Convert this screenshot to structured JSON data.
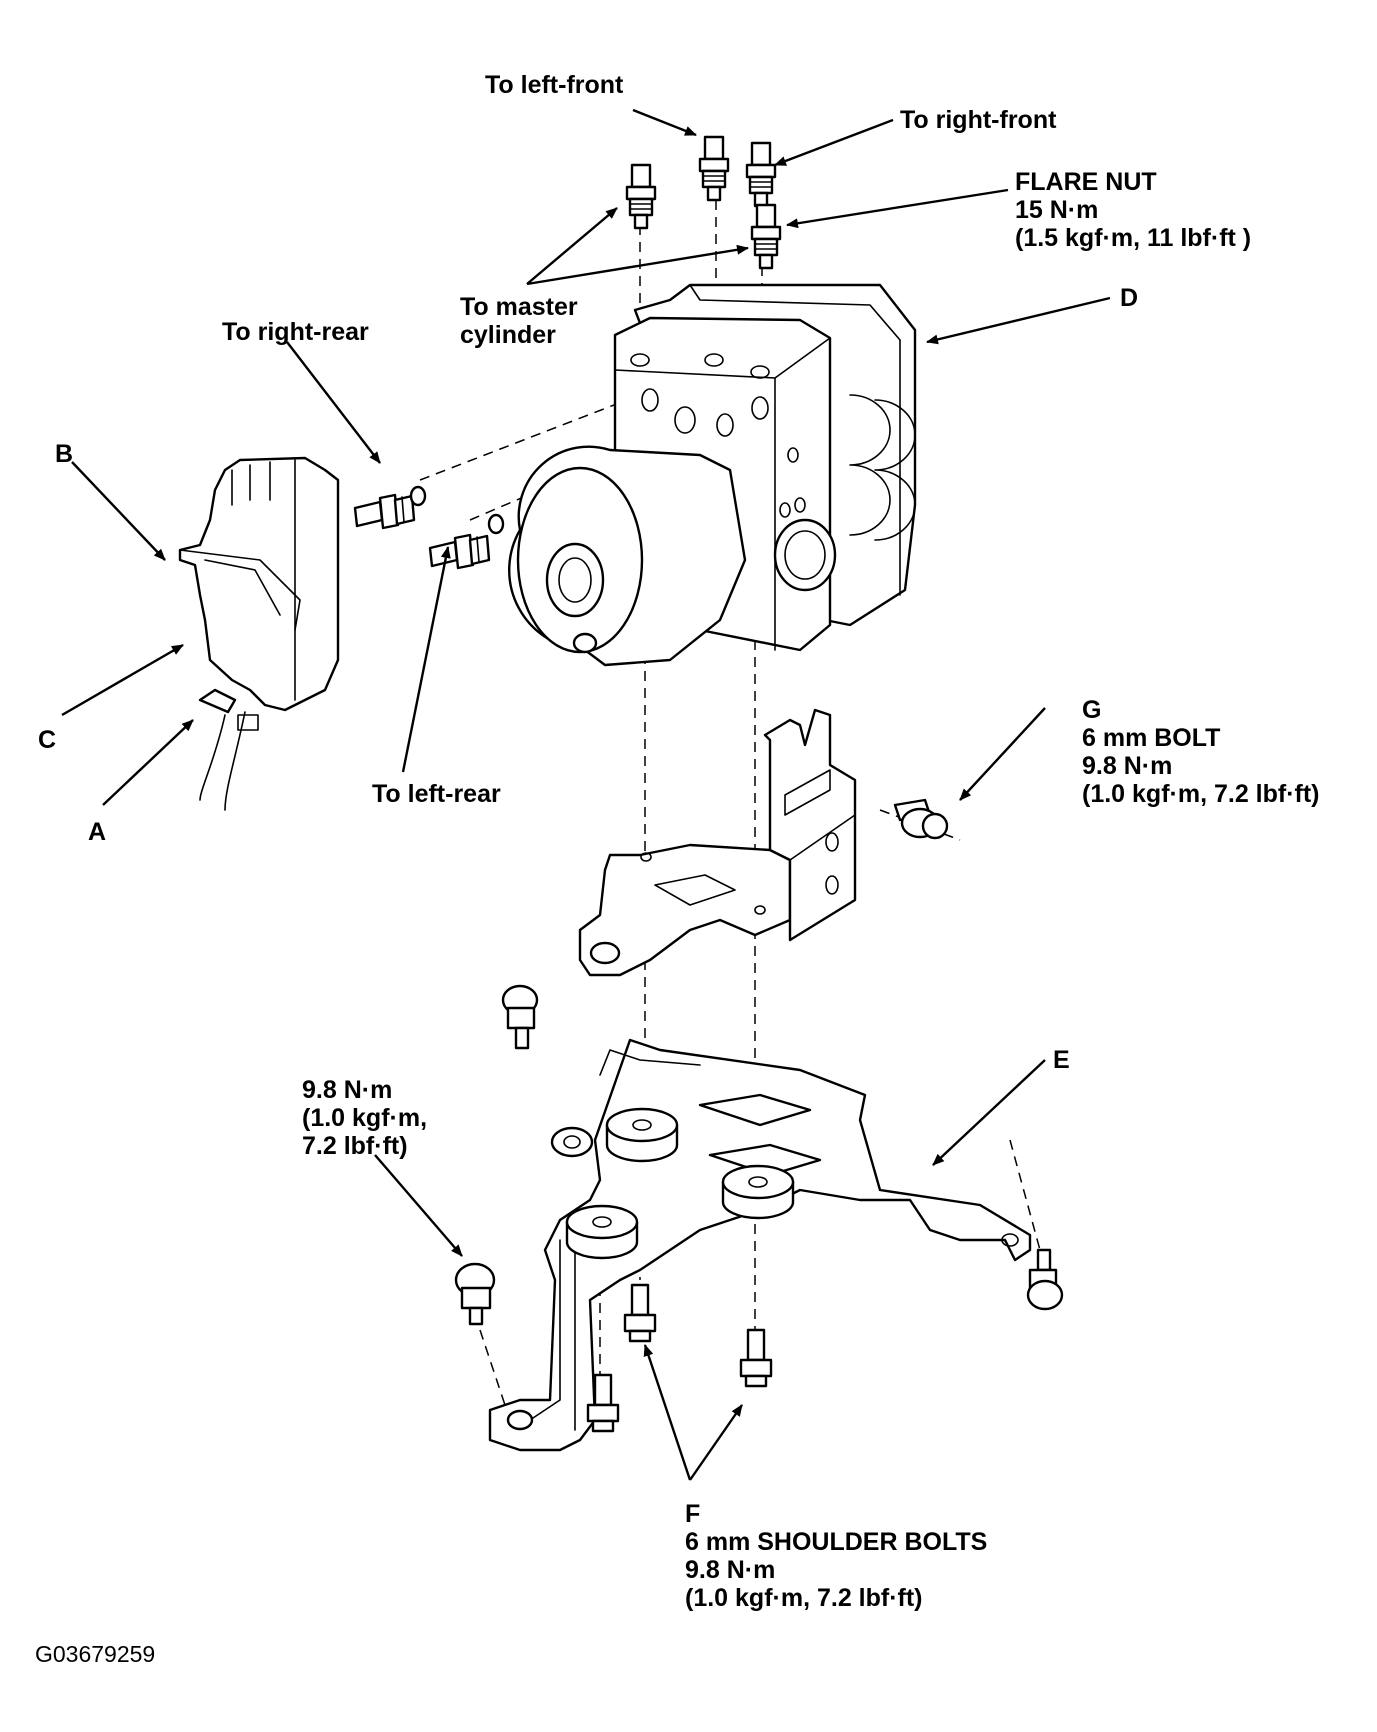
{
  "labels": {
    "left_front": "To left-front",
    "right_front": "To right-front",
    "flare_nut_title": "FLARE NUT",
    "flare_nut_torque": "15 N·m",
    "flare_nut_units": "(1.5 kgf·m, 11 lbf·ft )",
    "master_1": "To master",
    "master_2": "cylinder",
    "right_rear": "To right-rear",
    "left_rear": "To left-rear",
    "callout_a": "A",
    "callout_b": "B",
    "callout_c": "C",
    "callout_d": "D",
    "callout_e": "E",
    "callout_f": "F",
    "callout_g": "G",
    "g_line1": "6 mm BOLT",
    "g_line2": "9.8 N·m",
    "g_line3": "(1.0 kgf·m, 7.2 lbf·ft)",
    "bolt_torque_1": "9.8 N·m",
    "bolt_torque_2": "(1.0 kgf·m,",
    "bolt_torque_3": "7.2 lbf·ft)",
    "f_line1": "6 mm SHOULDER BOLTS",
    "f_line2": "9.8 N·m",
    "f_line3": "(1.0 kgf·m, 7.2 lbf·ft)",
    "figure_code": "G03679259"
  }
}
